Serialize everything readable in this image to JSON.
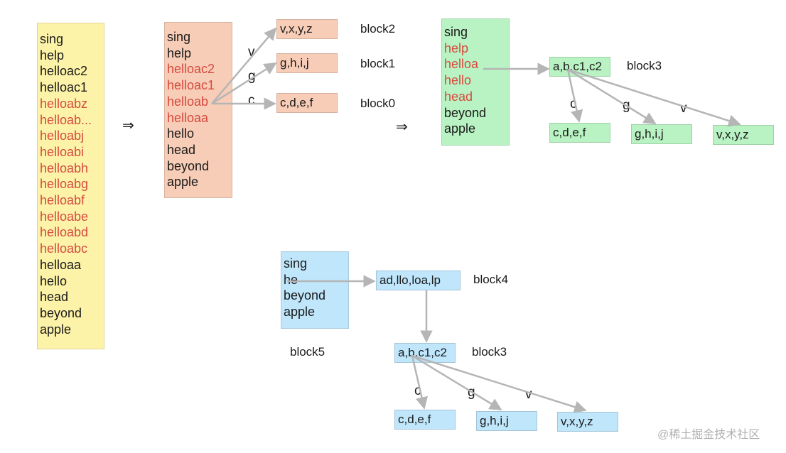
{
  "col1": {
    "lines": [
      {
        "text": "sing",
        "hl": false
      },
      {
        "text": "help",
        "hl": false
      },
      {
        "text": "helloac2",
        "hl": false
      },
      {
        "text": "helloac1",
        "hl": false
      },
      {
        "text": "helloabz",
        "hl": true
      },
      {
        "text": "helloab...",
        "hl": true
      },
      {
        "text": "helloabj",
        "hl": true
      },
      {
        "text": "helloabi",
        "hl": true
      },
      {
        "text": "helloabh",
        "hl": true
      },
      {
        "text": "helloabg",
        "hl": true
      },
      {
        "text": "helloabf",
        "hl": true
      },
      {
        "text": "helloabe",
        "hl": true
      },
      {
        "text": "helloabd",
        "hl": true
      },
      {
        "text": "helloabc",
        "hl": true
      },
      {
        "text": "helloaa",
        "hl": false
      },
      {
        "text": "hello",
        "hl": false
      },
      {
        "text": "head",
        "hl": false
      },
      {
        "text": "beyond",
        "hl": false
      },
      {
        "text": "apple",
        "hl": false
      }
    ]
  },
  "implies_symbol": "⇒",
  "col2": {
    "lines": [
      {
        "text": "sing",
        "hl": false
      },
      {
        "text": "help",
        "hl": false
      },
      {
        "text": "helloac2",
        "hl": true
      },
      {
        "text": "helloac1",
        "hl": true
      },
      {
        "text": "helloab",
        "hl": true
      },
      {
        "text": "helloaa",
        "hl": true
      },
      {
        "text": "hello",
        "hl": false
      },
      {
        "text": "head",
        "hl": false
      },
      {
        "text": "beyond",
        "hl": false
      },
      {
        "text": "apple",
        "hl": false
      }
    ],
    "nodes": [
      {
        "text": "v,x,y,z",
        "block": "block2",
        "edge": "v"
      },
      {
        "text": "g,h,i,j",
        "block": "block1",
        "edge": "g"
      },
      {
        "text": "c,d,e,f",
        "block": "block0",
        "edge": "c"
      }
    ]
  },
  "col3": {
    "lines": [
      {
        "text": "sing",
        "hl": false
      },
      {
        "text": "help",
        "hl": true
      },
      {
        "text": "helloa",
        "hl": true
      },
      {
        "text": "hello",
        "hl": true
      },
      {
        "text": "head",
        "hl": true
      },
      {
        "text": "beyond",
        "hl": false
      },
      {
        "text": "apple",
        "hl": false
      }
    ],
    "parent": {
      "text": "a,b,c1,c2",
      "block": "block3"
    },
    "children": [
      {
        "text": "c,d,e,f",
        "edge": "c"
      },
      {
        "text": "g,h,i,j",
        "edge": "g"
      },
      {
        "text": "v,x,y,z",
        "edge": "v"
      }
    ]
  },
  "col4": {
    "lines": [
      {
        "text": "sing",
        "hl": false
      },
      {
        "text": "he",
        "hl": false
      },
      {
        "text": "beyond",
        "hl": false
      },
      {
        "text": "apple",
        "hl": false
      }
    ],
    "block_label": "block5",
    "top": {
      "text": "ad,llo,loa,lp",
      "block": "block4"
    },
    "mid": {
      "text": "a,b,c1,c2",
      "block": "block3"
    },
    "children": [
      {
        "text": "c,d,e,f",
        "edge": "c"
      },
      {
        "text": "g,h,i,j",
        "edge": "g"
      },
      {
        "text": "v,x,y,z",
        "edge": "v"
      }
    ]
  },
  "watermark": "@稀土掘金技术社区",
  "colors": {
    "yellow": "#fdf3a8",
    "salmon": "#f8cdb7",
    "green": "#b9f3c3",
    "blue": "#bfe6fb",
    "highlight_text": "#d64a3f",
    "arrow": "#b5b5b5"
  }
}
